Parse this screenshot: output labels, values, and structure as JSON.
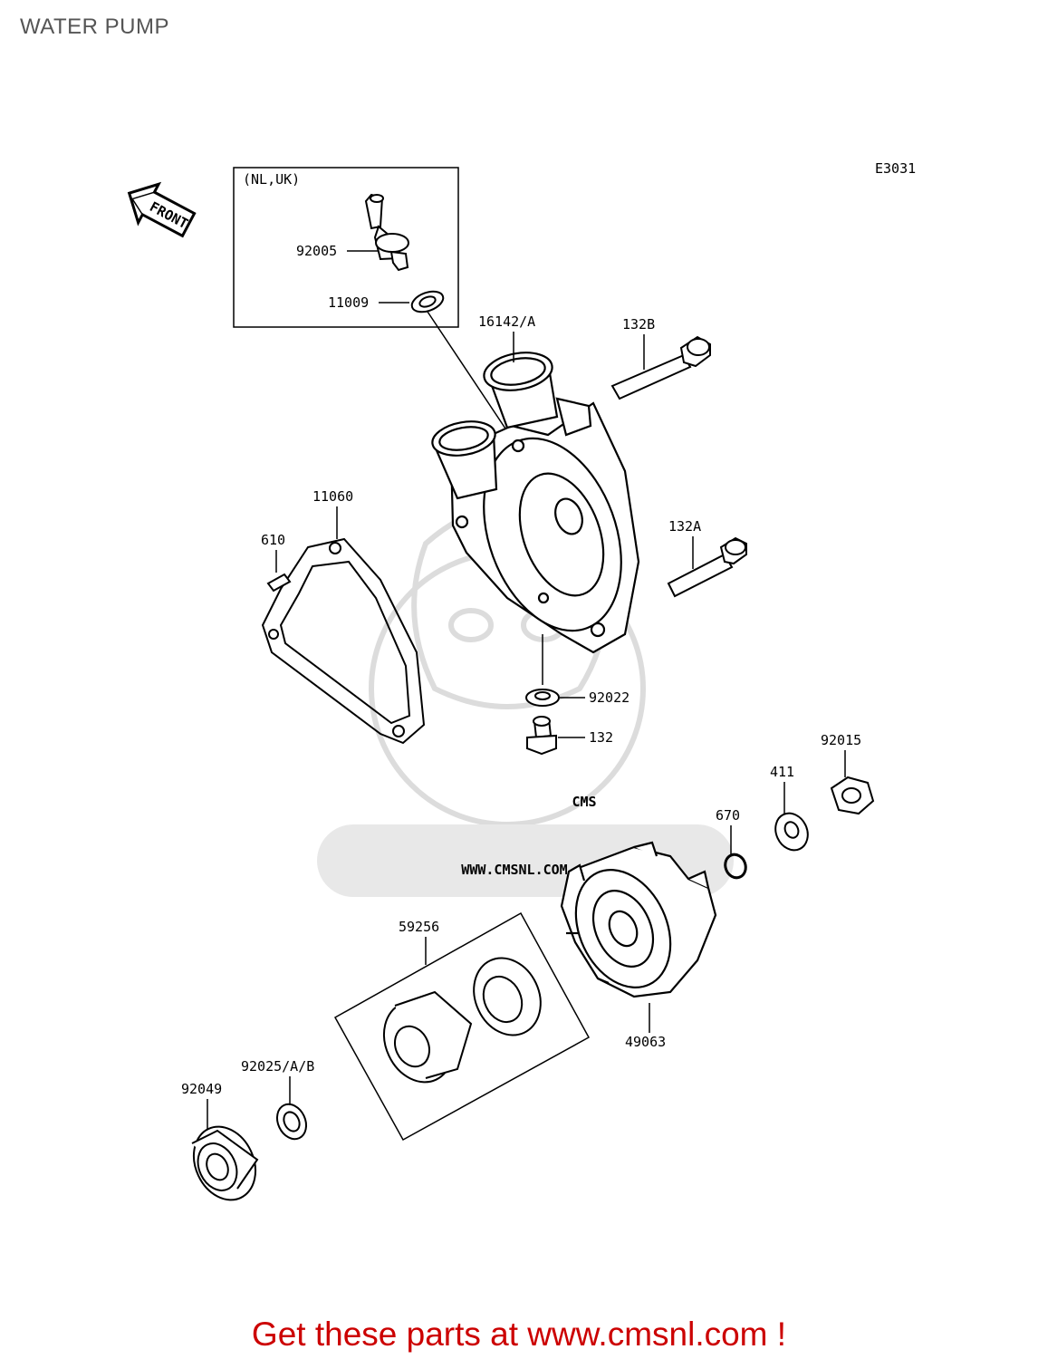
{
  "page": {
    "title": "WATER PUMP",
    "diagram_code": "E3031",
    "footer_text": "Get these parts at www.cmsnl.com !",
    "watermark_text": "WWW.CMSNL.COM",
    "watermark_logo": "CMS",
    "footer_color": "#cc0000"
  },
  "direction_arrow": {
    "label": "FRONT"
  },
  "inset": {
    "title": "(NL,UK)"
  },
  "parts": [
    {
      "id": "92005",
      "label": "92005"
    },
    {
      "id": "11009",
      "label": "11009"
    },
    {
      "id": "16142A",
      "label": "16142/A"
    },
    {
      "id": "132B",
      "label": "132B"
    },
    {
      "id": "11060",
      "label": "11060"
    },
    {
      "id": "610",
      "label": "610"
    },
    {
      "id": "132A",
      "label": "132A"
    },
    {
      "id": "92022",
      "label": "92022"
    },
    {
      "id": "132",
      "label": "132"
    },
    {
      "id": "92015",
      "label": "92015"
    },
    {
      "id": "411",
      "label": "411"
    },
    {
      "id": "670",
      "label": "670"
    },
    {
      "id": "49063",
      "label": "49063"
    },
    {
      "id": "59256",
      "label": "59256"
    },
    {
      "id": "92025AB",
      "label": "92025/A/B"
    },
    {
      "id": "92049",
      "label": "92049"
    }
  ]
}
